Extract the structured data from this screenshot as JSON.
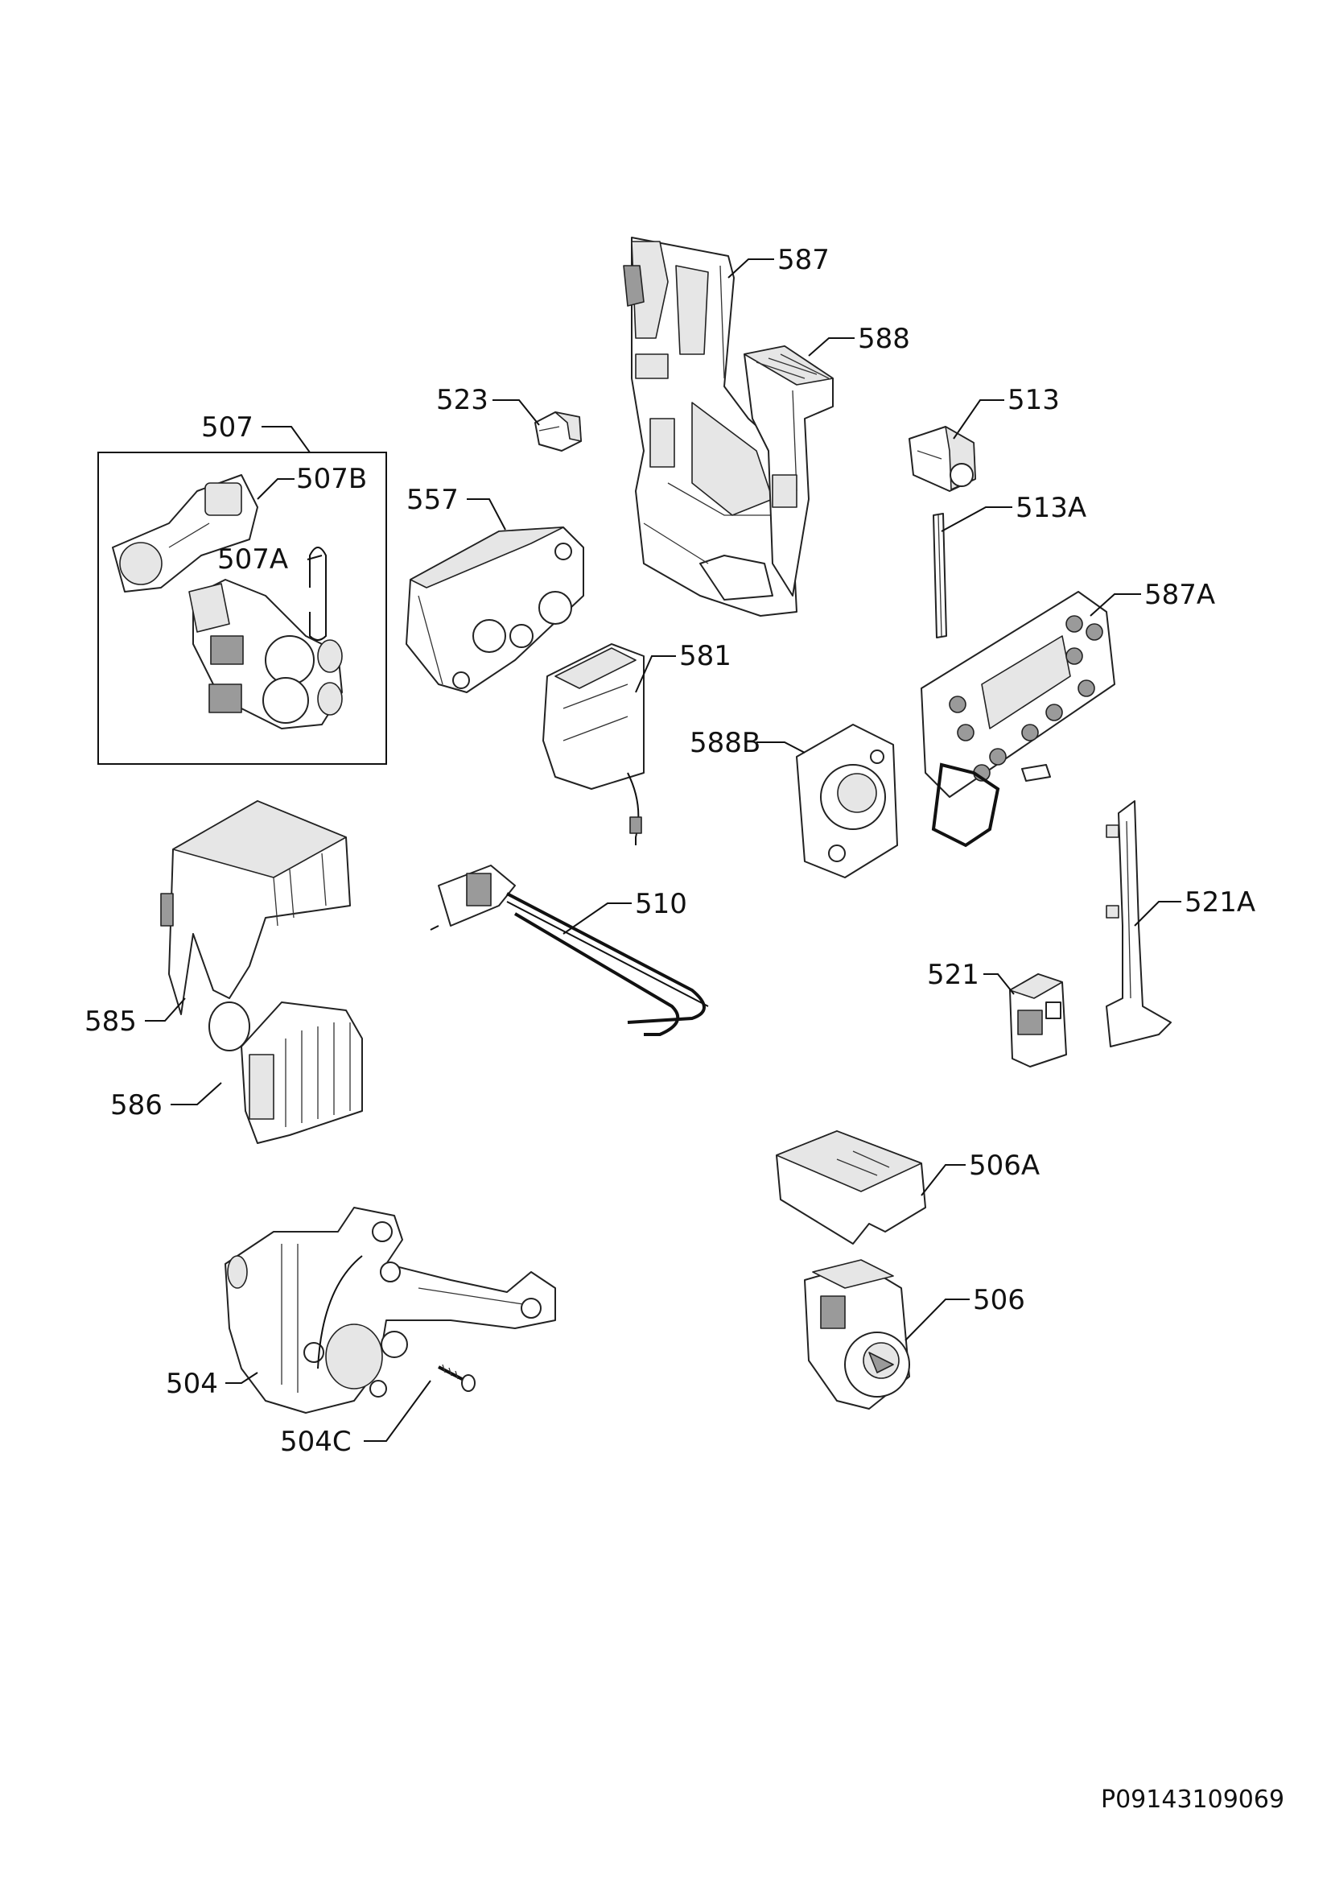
{
  "diagram": {
    "document_ref": "P09143109069",
    "parts": {
      "p587": "587",
      "p588": "588",
      "p523": "523",
      "p513": "513",
      "p507": "507",
      "p507B": "507B",
      "p557": "557",
      "p513A": "513A",
      "p507A": "507A",
      "p587A": "587A",
      "p581": "581",
      "p588B": "588B",
      "p510": "510",
      "p521A": "521A",
      "p521": "521",
      "p585": "585",
      "p586": "586",
      "p506A": "506A",
      "p506": "506",
      "p504": "504",
      "p504C": "504C"
    }
  }
}
